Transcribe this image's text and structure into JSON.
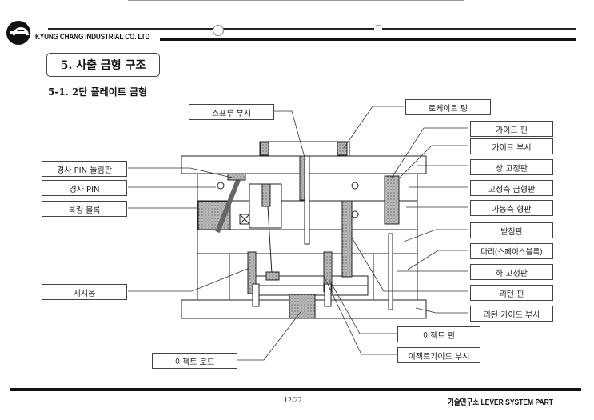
{
  "header": {
    "company": "KYUNG CHANG INDUSTRIAL CO. LTD",
    "logo_icon": "company-logo-icon"
  },
  "section": {
    "title": "5. 사출 금형 구조",
    "subtitle": "5-1. 2단 플레이트 금형"
  },
  "labels": {
    "left": [
      {
        "id": "inclined-pin-plate",
        "text": "경사 PIN 눌림판"
      },
      {
        "id": "inclined-pin",
        "text": "경사 PIN"
      },
      {
        "id": "locking-block",
        "text": "록킹 블록"
      },
      {
        "id": "support-pillar",
        "text": "지지봉"
      }
    ],
    "top": [
      {
        "id": "sprue-bushing",
        "text": "스프루 부시"
      },
      {
        "id": "locate-ring",
        "text": "로케이트 링"
      }
    ],
    "right": [
      {
        "id": "guide-pin",
        "text": "가이드 핀"
      },
      {
        "id": "guide-bushing",
        "text": "가이드 부시"
      },
      {
        "id": "top-clamp-plate",
        "text": "상 고정판"
      },
      {
        "id": "fixed-mold-plate",
        "text": "고정측 금형판"
      },
      {
        "id": "movable-mold-plate",
        "text": "가동측 형판"
      },
      {
        "id": "support-plate",
        "text": "받침판"
      },
      {
        "id": "spacer-block",
        "text": "다리(스페이스블록)"
      },
      {
        "id": "bottom-clamp-plate",
        "text": "하 고정판"
      },
      {
        "id": "return-pin",
        "text": "리턴 핀"
      },
      {
        "id": "return-guide-bushing",
        "text": "리턴 가이드 부시"
      }
    ],
    "bottom": [
      {
        "id": "ejector-pin",
        "text": "이젝트 핀"
      },
      {
        "id": "ejector-guide-bushing",
        "text": "이젝트가이드 부시"
      },
      {
        "id": "ejector-rod",
        "text": "이젝트 로드"
      }
    ]
  },
  "footer": {
    "page": "12/22",
    "right_text": "기술연구소 LEVER SYSTEM  PART"
  }
}
